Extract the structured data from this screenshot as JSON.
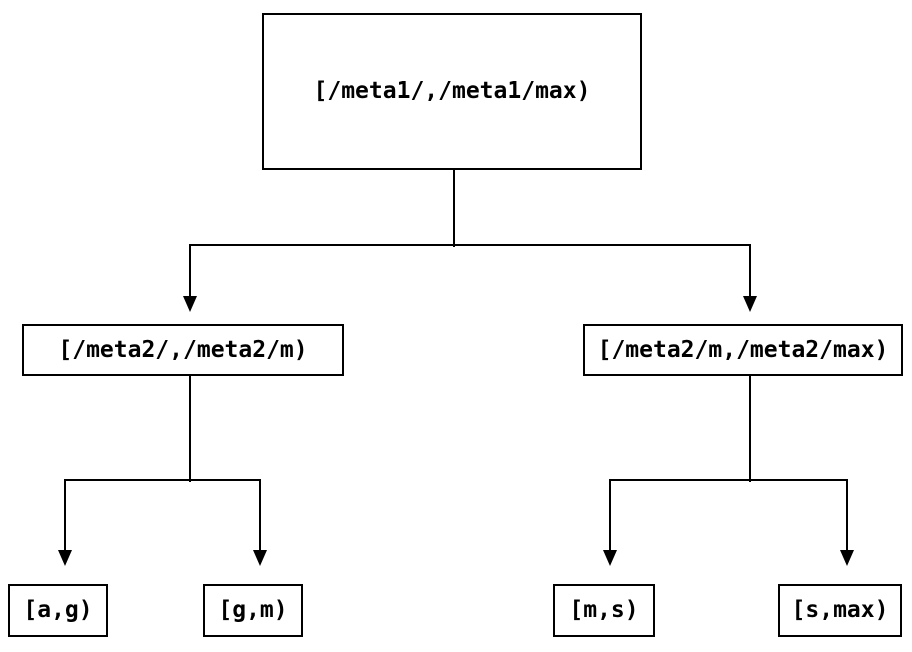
{
  "diagram": {
    "type": "tree",
    "line_color": "#000000",
    "background_color": "#ffffff",
    "nodes": {
      "root": {
        "label": "[/meta1/,/meta1/max)"
      },
      "left_child": {
        "label": "[/meta2/,/meta2/m)"
      },
      "right_child": {
        "label": "[/meta2/m,/meta2/max)"
      },
      "leaf_a_g": {
        "label": "[a,g)"
      },
      "leaf_g_m": {
        "label": "[g,m)"
      },
      "leaf_m_s": {
        "label": "[m,s)"
      },
      "leaf_s_max": {
        "label": "[s,max)"
      }
    },
    "edges": [
      {
        "from": "root",
        "to": [
          "left_child",
          "right_child"
        ]
      },
      {
        "from": "left_child",
        "to": [
          "leaf_a_g",
          "leaf_g_m"
        ]
      },
      {
        "from": "right_child",
        "to": [
          "leaf_m_s",
          "leaf_s_max"
        ]
      }
    ]
  }
}
